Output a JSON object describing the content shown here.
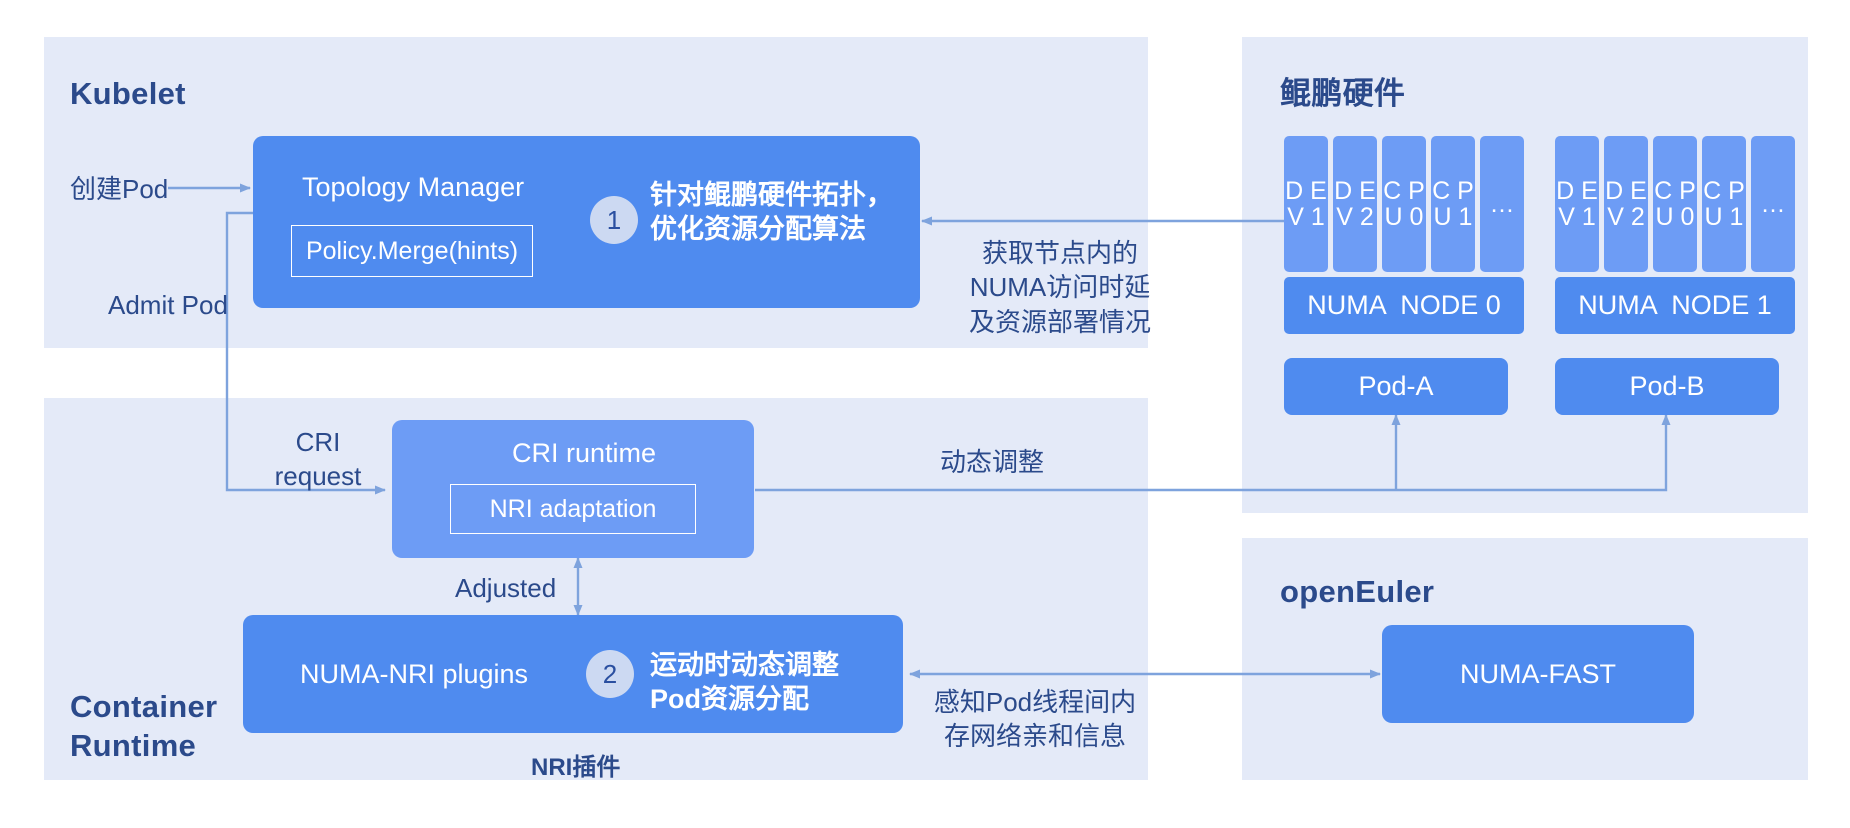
{
  "panels": {
    "kubelet": {
      "title": "Kubelet"
    },
    "container_runtime": {
      "title": "Container\nRuntime"
    },
    "hardware": {
      "title": "鲲鹏硬件"
    },
    "openeuler": {
      "title": "openEuler"
    }
  },
  "boxes": {
    "topology_manager": {
      "title": "Topology Manager",
      "inner": "Policy.Merge(hints)"
    },
    "cri_runtime": {
      "title": "CRI runtime",
      "inner": "NRI adaptation"
    },
    "numa_nri_plugins": {
      "title": "NUMA-NRI plugins",
      "caption": "NRI插件"
    },
    "numa_fast": {
      "title": "NUMA-FAST"
    }
  },
  "annotations": [
    {
      "number": "1",
      "text": "针对鲲鹏硬件拓扑，\n优化资源分配算法"
    },
    {
      "number": "2",
      "text": "运动时动态调整\nPod资源分配"
    }
  ],
  "edges": {
    "create_pod": "创建Pod",
    "admit_pod": "Admit Pod",
    "cri_request": "CRI\nrequest",
    "adjusted": "Adjusted",
    "numa_query": "获取节点内的\nNUMA访问时延\n及资源部署情况",
    "dynamic_adjust": "动态调整",
    "affinity_info": "感知Pod线程间内\n存网络亲和信息"
  },
  "numa_nodes": [
    {
      "label": "NUMA  NODE 0",
      "units": [
        "D\nE\nV\n1",
        "D\nE\nV\n2",
        "C\nP\nU\n0",
        "C\nP\nU\n1",
        "…"
      ],
      "pod": "Pod-A"
    },
    {
      "label": "NUMA  NODE 1",
      "units": [
        "D\nE\nV\n1",
        "D\nE\nV\n2",
        "C\nP\nU\n0",
        "C\nP\nU\n1",
        "…"
      ],
      "pod": "Pod-B"
    }
  ],
  "colors": {
    "panel_bg": "#e4eaf8",
    "box_blue": "#4f8bef",
    "box_blue_light": "#6d9cf5",
    "text_dark": "#2b4a8b",
    "wire": "#7ea3dd",
    "badge_bg": "#ccd9f2"
  }
}
